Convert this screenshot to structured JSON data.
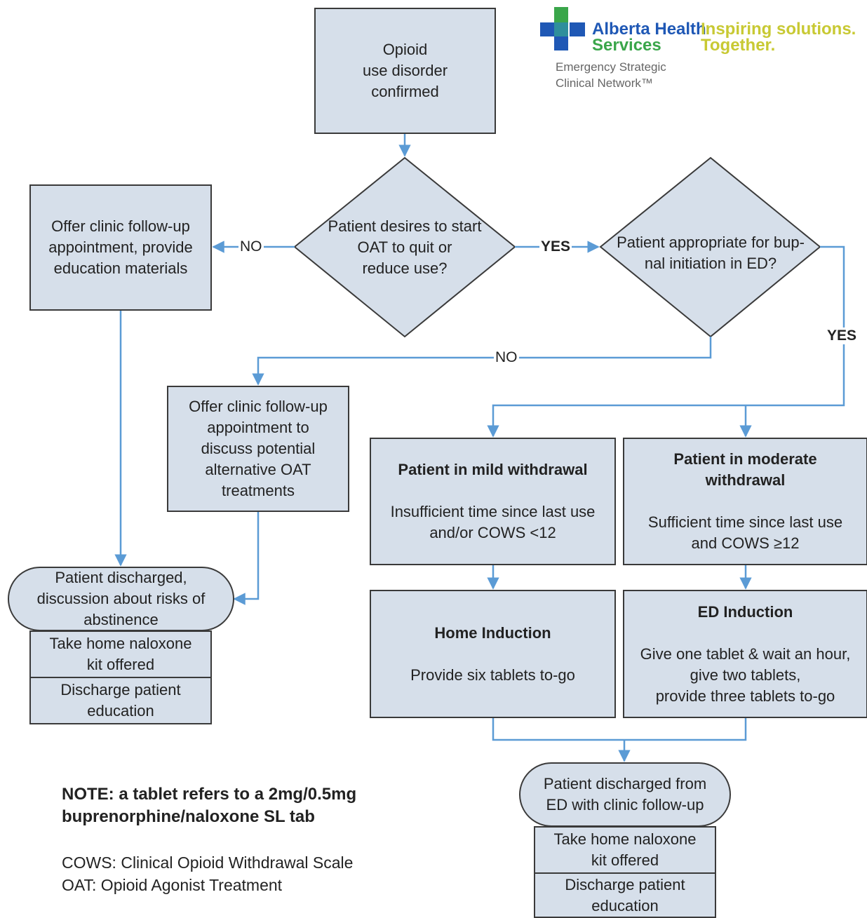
{
  "logo": {
    "org_line1": "Alberta Health",
    "org_line2": "Services",
    "tagline_line1": "Inspiring solutions.",
    "tagline_line2": "Together.",
    "network": "Emergency Strategic\nClinical Network™",
    "colors": {
      "blue": "#1f58b5",
      "green": "#3aa64a",
      "tagline": "#c8c933"
    }
  },
  "nodes": {
    "start": "Opioid\nuse disorder\nconfirmed",
    "decision_oat": "Patient desires to start\nOAT to quit or\nreduce use?",
    "decision_bup": "Patient appropriate for bup-\nnal initiation in ED?",
    "offer_education": "Offer clinic follow-up\nappointment, provide\neducation materials",
    "offer_alternative": "Offer clinic follow-up\nappointment to\ndiscuss potential\nalternative OAT\ntreatments",
    "mild": {
      "title": "Patient in mild withdrawal",
      "body": "Insufficient time since last use\nand/or COWS <12"
    },
    "moderate": {
      "title": "Patient in moderate\nwithdrawal",
      "body": "Sufficient time since last use\nand COWS ≥12"
    },
    "home": {
      "title": "Home Induction",
      "body": "Provide six tablets to-go"
    },
    "ed": {
      "title": "ED Induction",
      "body": "Give one tablet & wait an hour,\ngive two tablets,\nprovide three tablets to-go"
    },
    "discharge_left": {
      "header": "Patient discharged,\ndiscussion about risks of\nabstinence",
      "row1": "Take home naloxone\nkit offered",
      "row2": "Discharge patient\neducation"
    },
    "discharge_right": {
      "header": "Patient discharged from\nED with clinic follow-up",
      "row1": "Take home naloxone\nkit offered",
      "row2": "Discharge patient\neducation"
    }
  },
  "edges": {
    "no_oat": "NO",
    "yes_oat": "YES",
    "no_bup": "NO",
    "yes_bup": "YES"
  },
  "notes": {
    "note": "NOTE: a tablet refers to a 2mg/0.5mg\nbuprenorphine/naloxone SL tab",
    "abbrev_cows": "COWS: Clinical Opioid Withdrawal Scale",
    "abbrev_oat": "OAT: Opioid Agonist Treatment"
  },
  "colors": {
    "box_fill": "#d6dfea",
    "connector": "#5b9bd5",
    "border": "#3a3a3a"
  }
}
